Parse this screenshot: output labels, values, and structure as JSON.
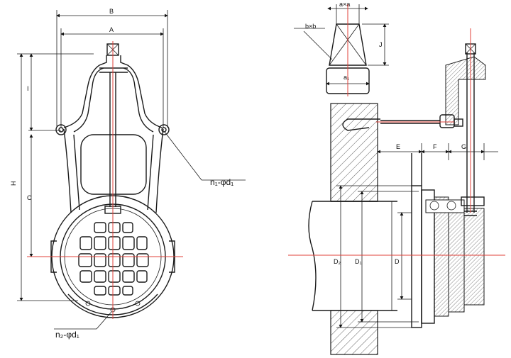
{
  "front_view": {
    "dims": {
      "B": "B",
      "A": "A",
      "H": "H",
      "I": "I",
      "C": "C"
    },
    "callout_top": "n₁-φd₁",
    "callout_bottom": "n₂-φd₁"
  },
  "side_view": {
    "dims": {
      "axa": "a×a",
      "bxb": "b×b",
      "J": "J",
      "a1": "a₁",
      "E": "E",
      "F": "F",
      "G": "G",
      "D2": "D₂",
      "D1": "D₁",
      "D": "D"
    }
  },
  "colors": {
    "line": "#1a1a1a",
    "centerline": "#e0413a"
  }
}
